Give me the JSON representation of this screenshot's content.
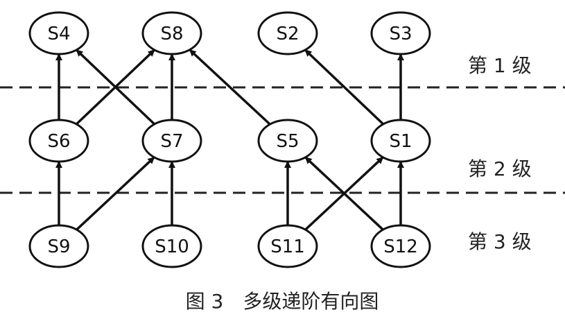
{
  "diagram": {
    "nodes": [
      {
        "id": "S4",
        "label": "S4"
      },
      {
        "id": "S8",
        "label": "S8"
      },
      {
        "id": "S2",
        "label": "S2"
      },
      {
        "id": "S3",
        "label": "S3"
      },
      {
        "id": "S6",
        "label": "S6"
      },
      {
        "id": "S7",
        "label": "S7"
      },
      {
        "id": "S5",
        "label": "S5"
      },
      {
        "id": "S1",
        "label": "S1"
      },
      {
        "id": "S9",
        "label": "S9"
      },
      {
        "id": "S10",
        "label": "S10"
      },
      {
        "id": "S11",
        "label": "S11"
      },
      {
        "id": "S12",
        "label": "S12"
      }
    ],
    "edges": [
      {
        "from": "S6",
        "to": "S4"
      },
      {
        "from": "S6",
        "to": "S8"
      },
      {
        "from": "S7",
        "to": "S4"
      },
      {
        "from": "S7",
        "to": "S8"
      },
      {
        "from": "S5",
        "to": "S8"
      },
      {
        "from": "S1",
        "to": "S2"
      },
      {
        "from": "S1",
        "to": "S3"
      },
      {
        "from": "S9",
        "to": "S6"
      },
      {
        "from": "S9",
        "to": "S7"
      },
      {
        "from": "S10",
        "to": "S7"
      },
      {
        "from": "S11",
        "to": "S5"
      },
      {
        "from": "S11",
        "to": "S1"
      },
      {
        "from": "S12",
        "to": "S5"
      },
      {
        "from": "S12",
        "to": "S1"
      }
    ],
    "levels": [
      {
        "label": "第 1 级"
      },
      {
        "label": "第 2 级"
      },
      {
        "label": "第 3 级"
      }
    ],
    "caption": "图 3　多级递阶有向图",
    "colors": {
      "stroke": "#111111",
      "text": "#111111",
      "divider": "#222222"
    }
  }
}
